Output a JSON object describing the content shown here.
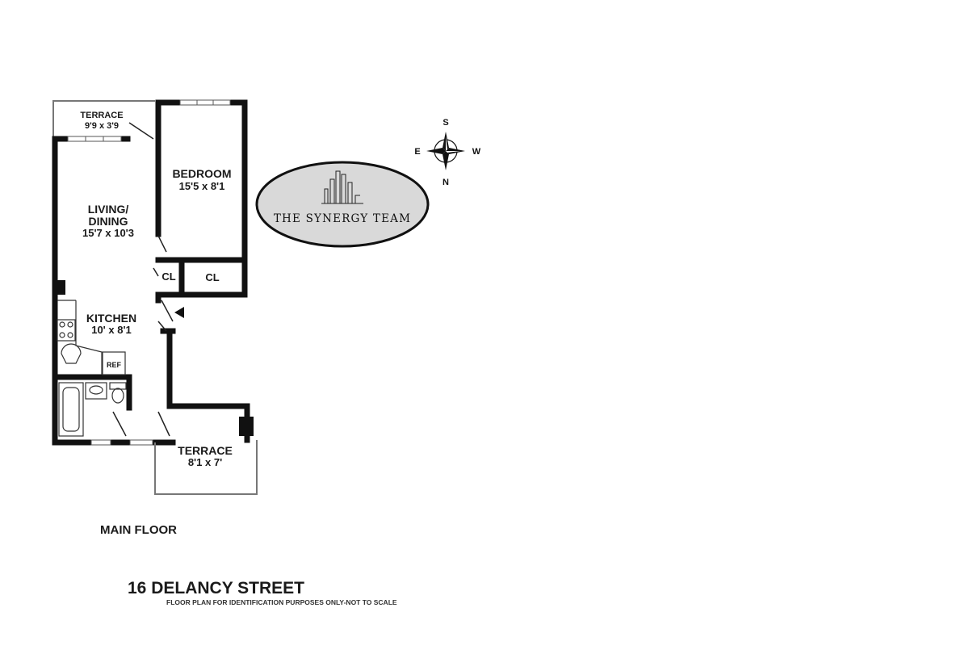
{
  "rooms": {
    "terrace_top": {
      "name": "TERRACE",
      "dims": "9'9 x 3'9"
    },
    "bedroom": {
      "name": "BEDROOM",
      "dims": "15'5 x 8'1"
    },
    "living": {
      "name_line1": "LIVING/",
      "name_line2": "DINING",
      "dims": "15'7 x 10'3"
    },
    "closet_left": {
      "name": "CL"
    },
    "closet_right": {
      "name": "CL"
    },
    "kitchen": {
      "name": "KITCHEN",
      "dims": "10' x 8'1"
    },
    "refrigerator": {
      "name": "REF"
    },
    "terrace_bottom": {
      "name": "TERRACE",
      "dims": "8'1 x 7'"
    }
  },
  "compass": {
    "top": "S",
    "bottom": "N",
    "left": "E",
    "right": "W"
  },
  "logo": {
    "text": "THE SYNERGY TEAM",
    "icon": "city-skyline-icon"
  },
  "floor_label": "MAIN FLOOR",
  "address": "16 DELANCY STREET",
  "disclaimer": "FLOOR PLAN FOR IDENTIFICATION PURPOSES ONLY-NOT TO SCALE",
  "colors": {
    "wall": "#111111",
    "logo_fill": "#d9d9d9"
  }
}
